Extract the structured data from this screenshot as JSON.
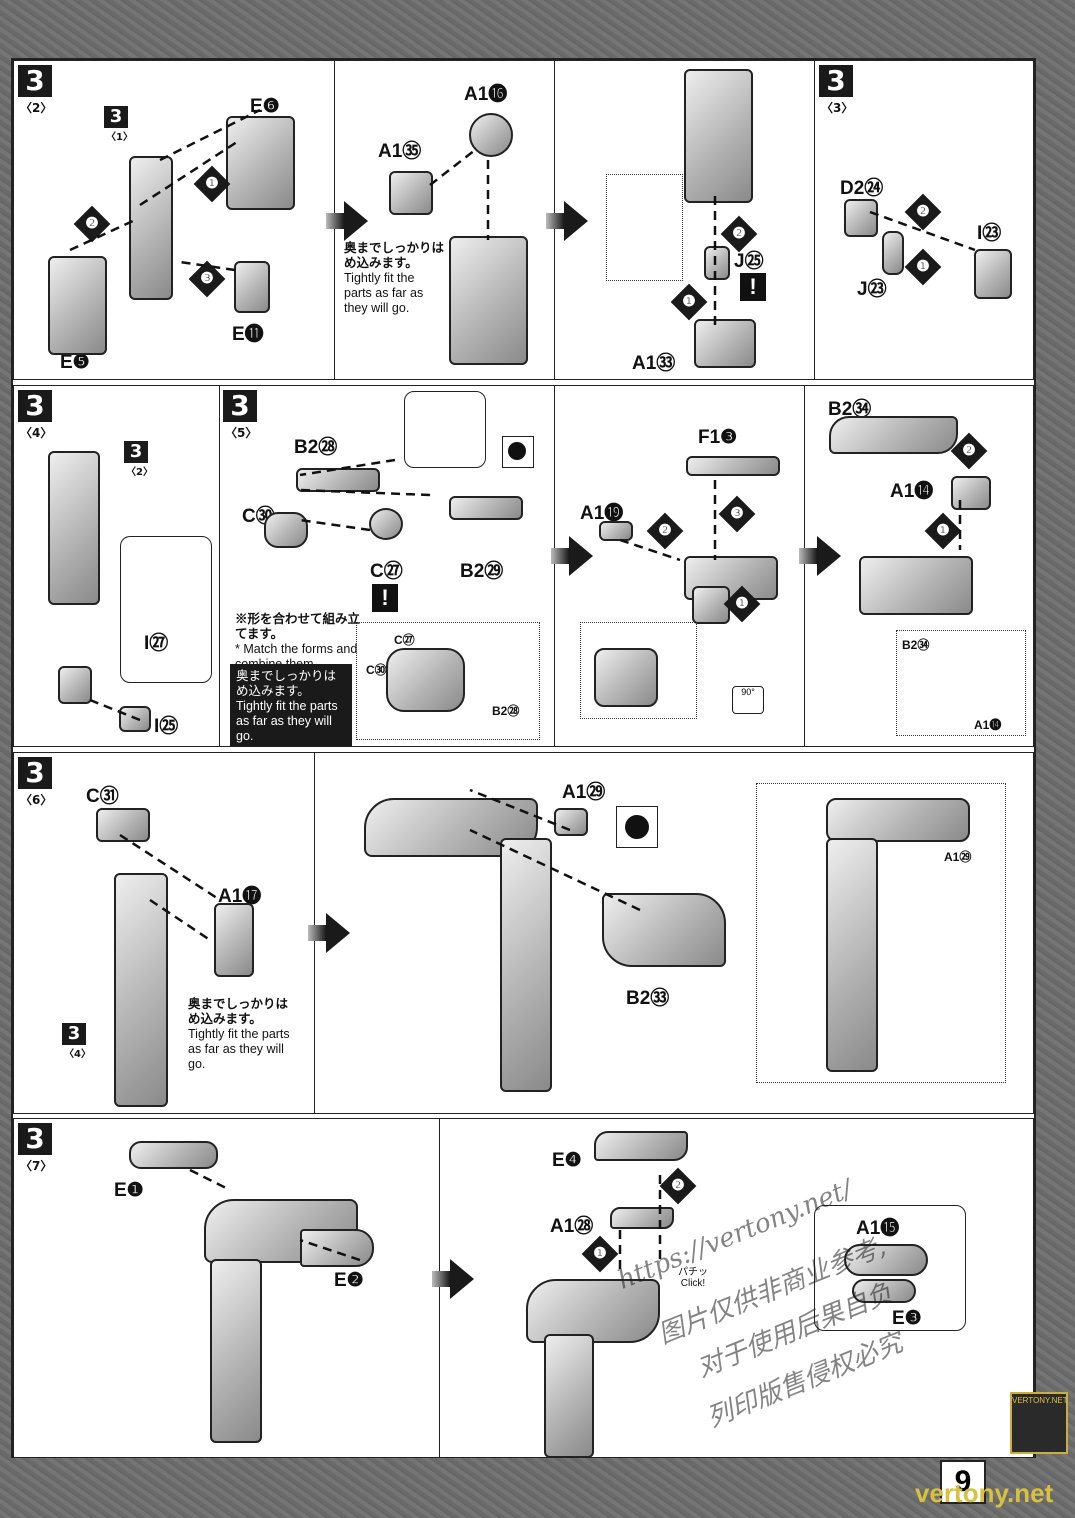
{
  "page": {
    "number": "9",
    "footer_site": "vertony.net",
    "logo_text": "VERTONY.NET"
  },
  "watermark": {
    "url": "https://vertony.net/",
    "line1": "图片仅供非商业参考,",
    "line2": "对于使用后果自负",
    "line3": "列印版售侵权必究"
  },
  "steps": {
    "s3_2": {
      "badge": "3",
      "sub": "〈2〉",
      "ref_badge": "3",
      "ref_sub": "〈1〉",
      "parts": [
        "E❻",
        "E❺",
        "E⓫"
      ]
    },
    "s3_2b": {
      "labels": [
        "A1⓰",
        "A1㉟"
      ],
      "note_jp": "奥までしっかりはめ込みます。",
      "note_en": "Tightly fit the parts as far as they will go."
    },
    "s3_2c": {
      "labels": [
        "J㉕",
        "A1㉝"
      ]
    },
    "s3_3": {
      "badge": "3",
      "sub": "〈3〉",
      "labels": [
        "D2㉔",
        "I㉓",
        "J㉓"
      ]
    },
    "s3_4": {
      "badge": "3",
      "sub": "〈4〉",
      "ref_badge": "3",
      "ref_sub": "〈2〉",
      "labels": [
        "I㉗",
        "I㉕"
      ]
    },
    "s3_5": {
      "badge": "3",
      "sub": "〈5〉",
      "labels": [
        "B2㉘",
        "C㉚",
        "C㉗",
        "B2㉙"
      ],
      "note_jp": "※形を合わせて組み立てます。",
      "note_en": "* Match the forms and combine them.",
      "dark_jp": "奥までしっかりはめ込みます。",
      "dark_en": "Tightly fit the parts as far as they will go.",
      "detail": [
        "C㉗",
        "C㉚",
        "B2㉘"
      ]
    },
    "s3_5b": {
      "labels": [
        "F1❸",
        "A1⓳"
      ],
      "rotate": "90°"
    },
    "s3_5c": {
      "labels": [
        "B2㉞",
        "A1⓮"
      ],
      "detail": [
        "B2㉞",
        "A1⓮"
      ]
    },
    "s3_6": {
      "badge": "3",
      "sub": "〈6〉",
      "ref_badge": "3",
      "ref_sub": "〈4〉",
      "labels": [
        "C㉛",
        "A1⓱"
      ],
      "note_jp": "奥までしっかりはめ込みます。",
      "note_en": "Tightly fit the parts as far as they will go."
    },
    "s3_6b": {
      "labels": [
        "A1㉙",
        "B2㉝"
      ],
      "detail": "A1㉙"
    },
    "s3_7": {
      "badge": "3",
      "sub": "〈7〉",
      "labels": [
        "E❶",
        "E❷"
      ]
    },
    "s3_7b": {
      "labels": [
        "E❹",
        "A1㉘",
        "A1⓯",
        "E❸"
      ],
      "click_jp": "パチッ",
      "click_en": "Click!"
    }
  },
  "step_numbers": [
    "❶",
    "❷",
    "❸"
  ]
}
